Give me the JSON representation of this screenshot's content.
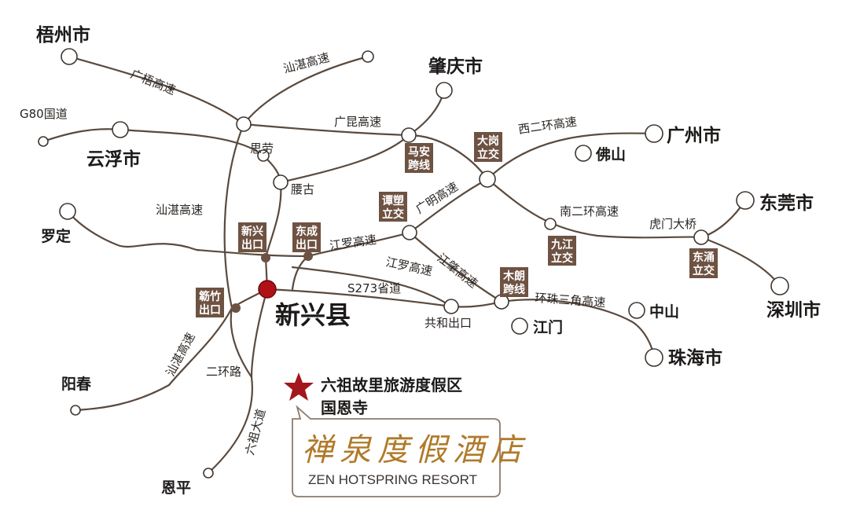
{
  "cities": {
    "wuzhou": "梧州市",
    "zhaoqing": "肇庆市",
    "yunfu": "云浮市",
    "guangzhou": "广州市",
    "foshan": "佛山",
    "dongguan": "东莞市",
    "shenzhen": "深圳市",
    "zhongshan": "中山",
    "jiangmen": "江门",
    "zhuhai": "珠海市",
    "luoding": "罗定",
    "yangchun": "阳春",
    "enping": "恩平"
  },
  "places": {
    "silao": "思劳",
    "yaogu": "腰古",
    "gonghe_exit": "共和出口",
    "humen_bridge": "虎门大桥"
  },
  "roads": {
    "guangwu": "广梧高速",
    "shanzhan_top": "汕湛高速",
    "g80": "G80国道",
    "guangkun": "广昆高速",
    "xierhuan": "西二环高速",
    "nanerhuan": "南二环高速",
    "guangming": "广明高速",
    "jiangluo_1": "江罗高速",
    "jiangluo_2": "江罗高速",
    "jiangzhao": "江肇高速",
    "s273": "S273省道",
    "huanzhu": "环珠三角高速",
    "shanzhan_mid": "汕湛高速",
    "shanzhan_low": "汕湛高速",
    "erhuan": "二环路",
    "liuzu_ave": "六祖大道"
  },
  "junction_boxes": {
    "maan": [
      "马安",
      "跨线"
    ],
    "dagang": [
      "大岗",
      "立交"
    ],
    "tansu": [
      "谭塑",
      "立交"
    ],
    "jiujiang": [
      "九江",
      "立交"
    ],
    "dongyong": [
      "东涌",
      "立交"
    ],
    "mulang": [
      "木朗",
      "跨线"
    ],
    "xinxing_exit": [
      "新兴",
      "出口"
    ],
    "dongcheng_exit": [
      "东成",
      "出口"
    ],
    "jinzhu_exit": [
      "簕竹",
      "出口"
    ]
  },
  "county": "新兴县",
  "attraction": {
    "line1": "六祖故里旅游度假区",
    "line2": "国恩寺"
  },
  "hotel": {
    "name_cn": "禅泉度假酒店",
    "name_en": "ZEN HOTSPRING RESORT"
  },
  "colors": {
    "road": "#5a4a3e",
    "box": "#6e5242",
    "county_dot": "#b01116",
    "star": "#a3161b",
    "hotel_text": "#b07a2a"
  }
}
